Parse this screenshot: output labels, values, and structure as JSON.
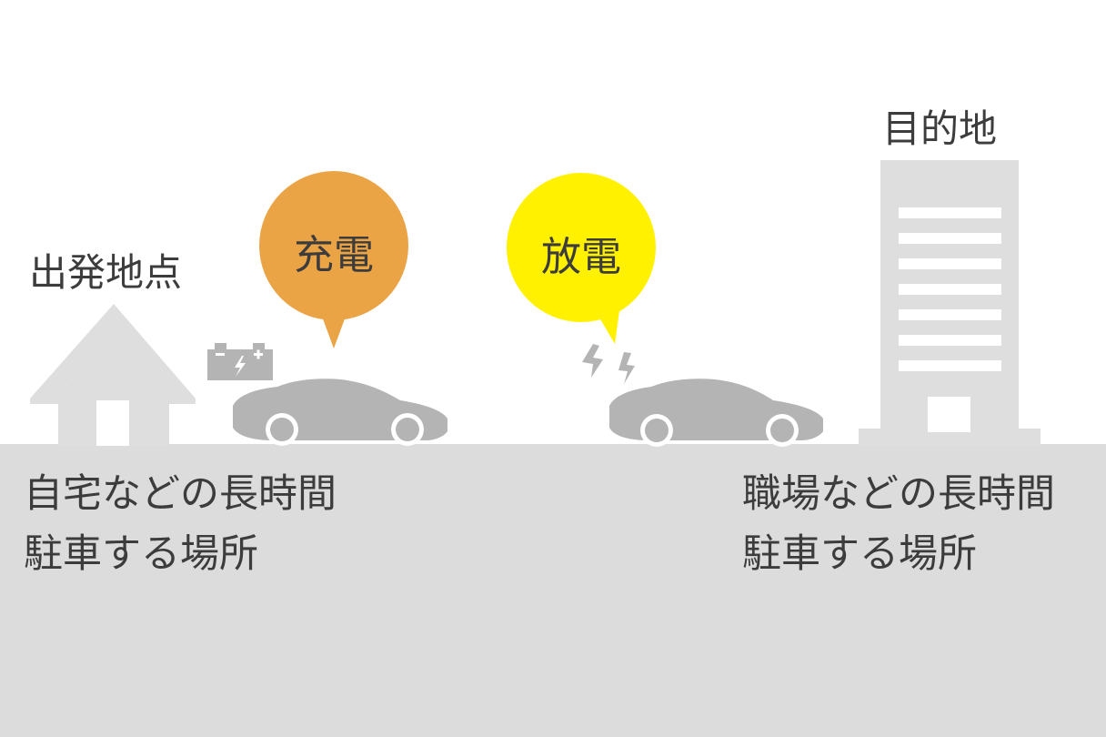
{
  "start": {
    "title": "出発地点",
    "description_line1": "自宅などの長時間",
    "description_line2": "駐車する場所"
  },
  "destination": {
    "title": "目的地",
    "description_line1": "職場などの長時間",
    "description_line2": "駐車する場所"
  },
  "charge_bubble": {
    "label": "充電",
    "color": "#eba445"
  },
  "discharge_bubble": {
    "label": "放電",
    "color": "#fff100"
  },
  "colors": {
    "ground": "#dcdcdc",
    "buildings": "#dedede",
    "car": "#b4b4b4",
    "text": "#3c3c3c"
  },
  "icons": [
    "house-icon",
    "battery-icon",
    "car-icon",
    "lightning-icon",
    "building-icon"
  ]
}
